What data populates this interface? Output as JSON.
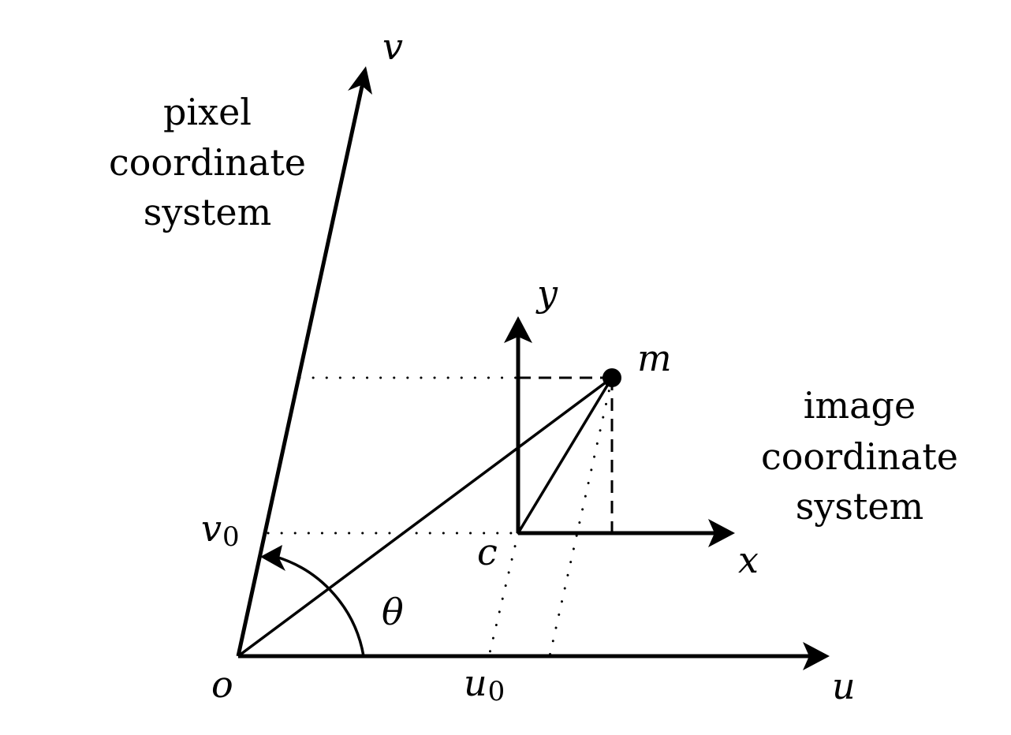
{
  "labels": {
    "v": "v",
    "u": "u",
    "x": "x",
    "y": "y",
    "m": "m",
    "c": "c",
    "o": "o",
    "theta": "θ",
    "v0_main": "v",
    "v0_sub": "0",
    "u0_main": "u",
    "u0_sub": "0"
  },
  "captions": {
    "pixel": [
      "pixel",
      "coordinate",
      "system"
    ],
    "image": [
      "image",
      "coordinate",
      "system"
    ]
  }
}
